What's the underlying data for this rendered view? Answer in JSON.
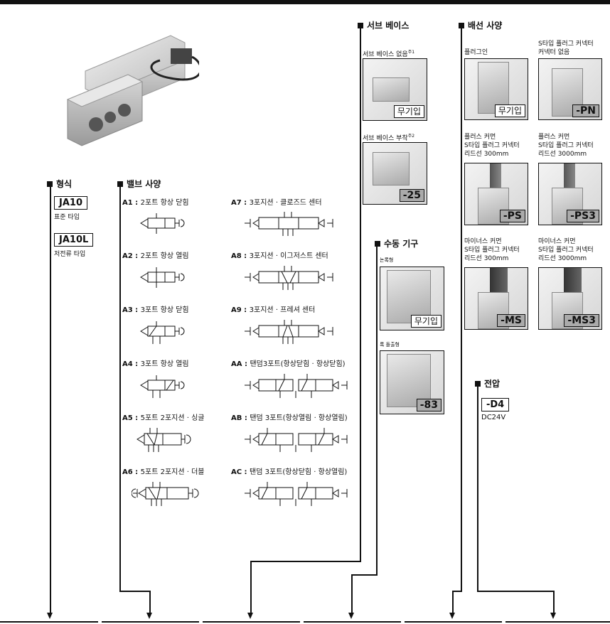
{
  "sections": {
    "type": "형식",
    "valve": "밸브 사양",
    "subbase": "서브 베이스",
    "wiring": "배선 사양",
    "manual": "수동 기구",
    "voltage": "전압"
  },
  "types": [
    {
      "code": "JA10",
      "desc": "표준 타입"
    },
    {
      "code": "JA10L",
      "desc": "저전류 타입"
    }
  ],
  "valves": [
    {
      "code": "A1",
      "desc": "2포트 항상 닫힘"
    },
    {
      "code": "A2",
      "desc": "2포트 항상 열림"
    },
    {
      "code": "A3",
      "desc": "3포트 항상 닫힘"
    },
    {
      "code": "A4",
      "desc": "3포트 항상 열림"
    },
    {
      "code": "A5",
      "desc": "5포트 2포지션 · 싱글"
    },
    {
      "code": "A6",
      "desc": "5포트 2포지션 · 더블"
    },
    {
      "code": "A7",
      "desc": "3포지션 · 클로즈드 센터"
    },
    {
      "code": "A8",
      "desc": "3포지션 · 이그저스트 센터"
    },
    {
      "code": "A9",
      "desc": "3포지션 · 프레셔 센터"
    },
    {
      "code": "AA",
      "desc": "탠덤3포트(항상닫힘 · 항상닫힘)"
    },
    {
      "code": "AB",
      "desc": "탠덤 3포트(항상열림 · 항상열림)"
    },
    {
      "code": "AC",
      "desc": "탠덤 3포트(항상닫힘 · 항상열림)"
    }
  ],
  "subbase": [
    {
      "caption": "서브 베이스 없음",
      "note": "주1",
      "code": "무기입"
    },
    {
      "caption": "서브 베이스 부착",
      "note": "주2",
      "code": "-25"
    }
  ],
  "wiring": [
    {
      "caption": [
        "플러그인"
      ],
      "code": "무기입"
    },
    {
      "caption": [
        "S타입 플러그 커넥터",
        "커넥터 없음"
      ],
      "code": "-PN"
    },
    {
      "caption": [
        "플러스 커먼",
        "S타입 플러그 커넥터",
        "리드선 300mm"
      ],
      "code": "-PS"
    },
    {
      "caption": [
        "플러스 커먼",
        "S타입 플러그 커넥터",
        "리드선 3000mm"
      ],
      "code": "-PS3"
    },
    {
      "caption": [
        "마이너스 커먼",
        "S타입 플러그 커넥터",
        "리드선 300mm"
      ],
      "code": "-MS"
    },
    {
      "caption": [
        "마이너스 커먼",
        "S타입 플러그 커넥터",
        "리드선 3000mm"
      ],
      "code": "-MS3"
    }
  ],
  "manual": [
    {
      "caption": "논록형",
      "code": "무기입"
    },
    {
      "caption": "록 돌출형",
      "code": "-83"
    }
  ],
  "voltage": {
    "code": "-D4",
    "desc": "DC24V"
  }
}
